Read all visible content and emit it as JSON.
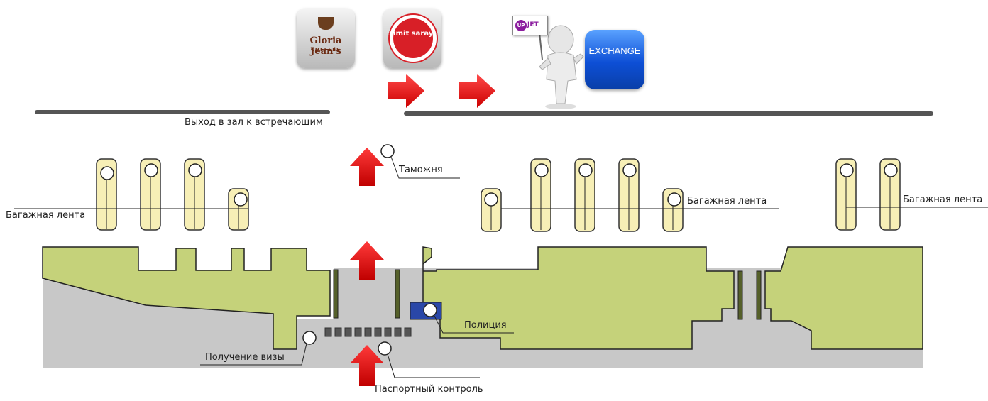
{
  "labels": {
    "exit_hall": "Выход в зал к встречающим",
    "customs": "Таможня",
    "baggage_left": "Багажная лента",
    "baggage_mid": "Багажная лента",
    "baggage_right": "Багажная лента",
    "police": "Полиция",
    "visa": "Получение визы",
    "passport": "Паспортный контроль"
  },
  "logos": {
    "gloria_line1": "Gloria Jean's",
    "gloria_line2": "COFFEES",
    "simit": "simit sarayı",
    "upjet_badge": "UP",
    "upjet_text": "JET",
    "exchange": "EXCHANGE"
  },
  "colors": {
    "floor_green": "#c5d27a",
    "floor_gray": "#c8c8c8",
    "belt_yellow": "#f7efb6",
    "gate_dark": "#55602a",
    "police_blue": "#2a47a8",
    "arrow_red": "#e8141c"
  },
  "icons": [
    "arrow-up-icon",
    "arrow-right-icon",
    "person-with-sign-icon",
    "coffee-cup-icon"
  ]
}
